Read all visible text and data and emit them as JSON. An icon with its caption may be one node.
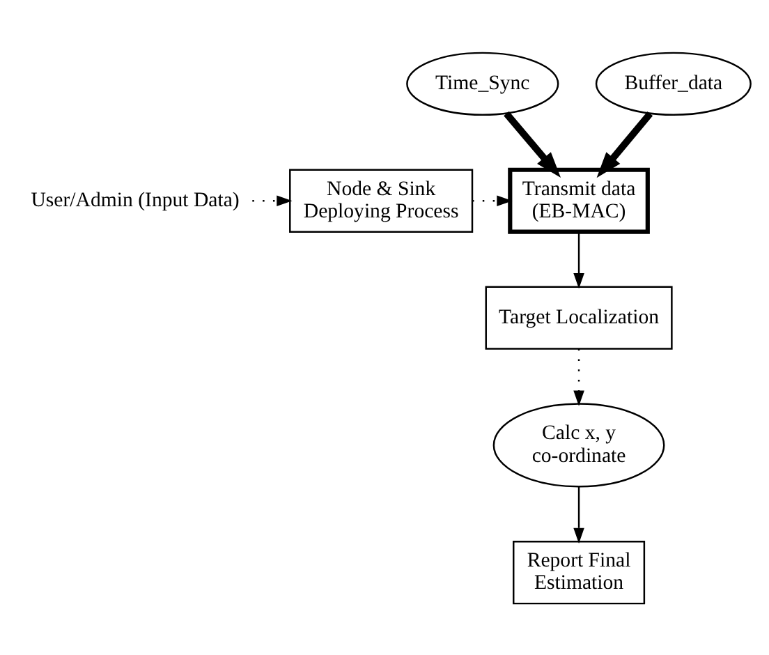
{
  "diagram": {
    "nodes": [
      {
        "text": [
          "User/Admin (Input Data)"
        ]
      },
      {
        "text": [
          "Node & Sink Deploying Process"
        ]
      },
      {
        "text": [
          "Time_Sync"
        ]
      },
      {
        "text": [
          "Buffer_data"
        ]
      },
      {
        "text": [
          "Transmit data (EB-MAC)"
        ]
      },
      {
        "text": [
          "Target Localization"
        ]
      },
      {
        "text": [
          "Calc x, y co-ordinate"
        ]
      },
      {
        "text": [
          "Report Final Estimation"
        ]
      }
    ],
    "edges": [
      {
        "from": 0,
        "to": 1,
        "arrow": "to",
        "style": "dashed"
      },
      {
        "from": 1,
        "to": 4,
        "arrow": "to",
        "style": "dashed"
      },
      {
        "from": 2,
        "to": 4,
        "arrow": "to",
        "style": "thick"
      },
      {
        "from": 3,
        "to": 4,
        "arrow": "to",
        "style": "thick"
      },
      {
        "from": 4,
        "to": 5,
        "arrow": "to"
      },
      {
        "from": 5,
        "to": 6,
        "arrow": "to",
        "style": "dashed"
      },
      {
        "from": 6,
        "to": 7,
        "arrow": "to"
      }
    ]
  }
}
